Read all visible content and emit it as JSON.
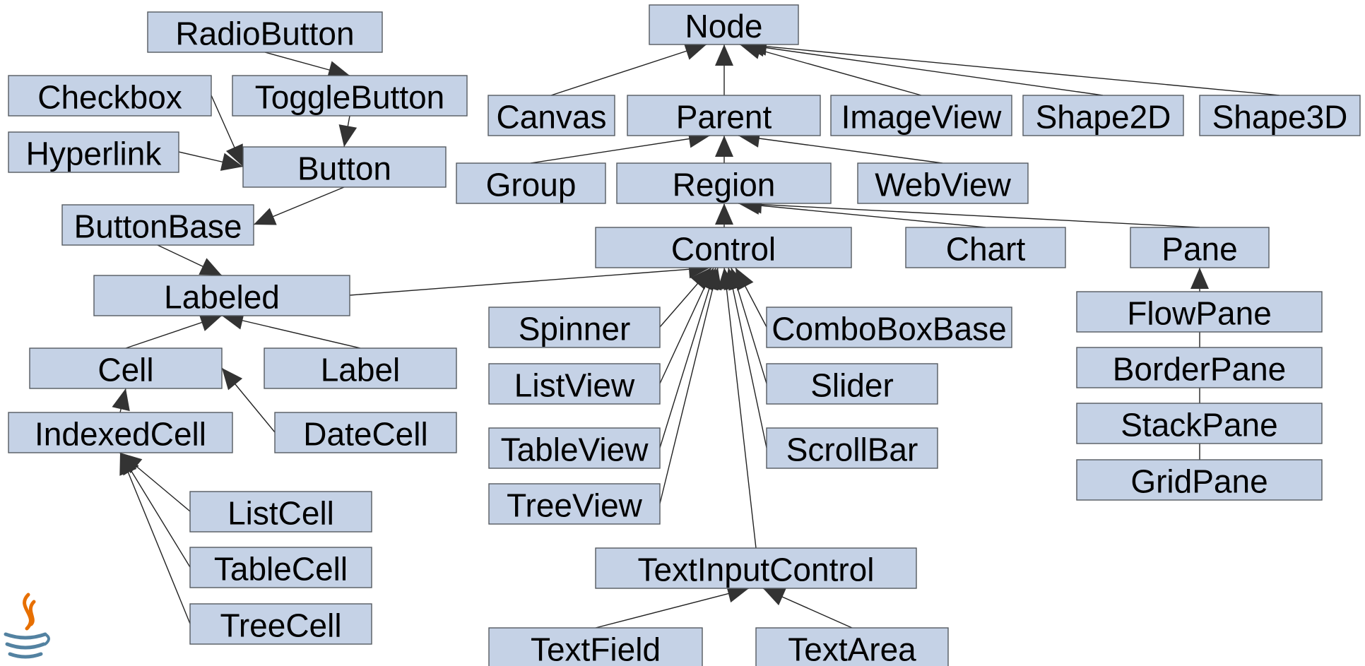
{
  "diagram": {
    "title": "",
    "colors": {
      "box_fill": "#c5d2e6",
      "box_border": "#555a60",
      "edge": "#222222",
      "arrow": "#333333",
      "logo_red": "#e76f00",
      "logo_blue": "#5382a1"
    },
    "nodes": {
      "Node": "Node",
      "Canvas": "Canvas",
      "Parent": "Parent",
      "ImageView": "ImageView",
      "Shape2D": "Shape2D",
      "Shape3D": "Shape3D",
      "Group": "Group",
      "Region": "Region",
      "WebView": "WebView",
      "Control": "Control",
      "Chart": "Chart",
      "Pane": "Pane",
      "FlowPane": "FlowPane",
      "BorderPane": "BorderPane",
      "StackPane": "StackPane",
      "GridPane": "GridPane",
      "Spinner": "Spinner",
      "ListView": "ListView",
      "TableView": "TableView",
      "TreeView": "TreeView",
      "ComboBoxBase": "ComboBoxBase",
      "Slider": "Slider",
      "ScrollBar": "ScrollBar",
      "TextInputControl": "TextInputControl",
      "TextField": "TextField",
      "TextArea": "TextArea",
      "RadioButton": "RadioButton",
      "ToggleButton": "ToggleButton",
      "Checkbox": "Checkbox",
      "Hyperlink": "Hyperlink",
      "Button": "Button",
      "ButtonBase": "ButtonBase",
      "Labeled": "Labeled",
      "Cell": "Cell",
      "Label": "Label",
      "IndexedCell": "IndexedCell",
      "DateCell": "DateCell",
      "ListCell": "ListCell",
      "TableCell": "TableCell",
      "TreeCell": "TreeCell"
    },
    "edges": [
      {
        "from": "Canvas",
        "to": "Node",
        "arrow": true
      },
      {
        "from": "Parent",
        "to": "Node",
        "arrow": true
      },
      {
        "from": "ImageView",
        "to": "Node",
        "arrow": true
      },
      {
        "from": "Shape2D",
        "to": "Node",
        "arrow": true
      },
      {
        "from": "Shape3D",
        "to": "Node",
        "arrow": true
      },
      {
        "from": "Group",
        "to": "Parent",
        "arrow": true
      },
      {
        "from": "Region",
        "to": "Parent",
        "arrow": true
      },
      {
        "from": "WebView",
        "to": "Parent",
        "arrow": true
      },
      {
        "from": "Control",
        "to": "Region",
        "arrow": true
      },
      {
        "from": "Chart",
        "to": "Region",
        "arrow": true
      },
      {
        "from": "Pane",
        "to": "Region",
        "arrow": true
      },
      {
        "from": "FlowPane",
        "to": "Pane",
        "arrow": true
      },
      {
        "from": "BorderPane",
        "to": "FlowPane",
        "arrow": false
      },
      {
        "from": "StackPane",
        "to": "BorderPane",
        "arrow": false
      },
      {
        "from": "GridPane",
        "to": "StackPane",
        "arrow": false
      },
      {
        "from": "Labeled",
        "to": "Control",
        "arrow": true
      },
      {
        "from": "Spinner",
        "to": "Control",
        "arrow": true
      },
      {
        "from": "ListView",
        "to": "Control",
        "arrow": true
      },
      {
        "from": "TableView",
        "to": "Control",
        "arrow": true
      },
      {
        "from": "TreeView",
        "to": "Control",
        "arrow": true
      },
      {
        "from": "ComboBoxBase",
        "to": "Control",
        "arrow": true
      },
      {
        "from": "Slider",
        "to": "Control",
        "arrow": true
      },
      {
        "from": "ScrollBar",
        "to": "Control",
        "arrow": true
      },
      {
        "from": "TextInputControl",
        "to": "Control",
        "arrow": true
      },
      {
        "from": "TextField",
        "to": "TextInputControl",
        "arrow": true
      },
      {
        "from": "TextArea",
        "to": "TextInputControl",
        "arrow": true
      },
      {
        "from": "RadioButton",
        "to": "ToggleButton",
        "arrow": true
      },
      {
        "from": "ToggleButton",
        "to": "Button",
        "arrow": true
      },
      {
        "from": "Checkbox",
        "to": "Button",
        "arrow": true
      },
      {
        "from": "Hyperlink",
        "to": "Button",
        "arrow": true
      },
      {
        "from": "Button",
        "to": "ButtonBase",
        "arrow": true
      },
      {
        "from": "ButtonBase",
        "to": "Labeled",
        "arrow": true
      },
      {
        "from": "Cell",
        "to": "Labeled",
        "arrow": true
      },
      {
        "from": "Label",
        "to": "Labeled",
        "arrow": true
      },
      {
        "from": "IndexedCell",
        "to": "Cell",
        "arrow": true
      },
      {
        "from": "DateCell",
        "to": "Cell",
        "arrow": true
      },
      {
        "from": "ListCell",
        "to": "IndexedCell",
        "arrow": true
      },
      {
        "from": "TableCell",
        "to": "IndexedCell",
        "arrow": true
      },
      {
        "from": "TreeCell",
        "to": "IndexedCell",
        "arrow": true
      }
    ]
  },
  "logo": {
    "icon": "java-cup-icon"
  }
}
